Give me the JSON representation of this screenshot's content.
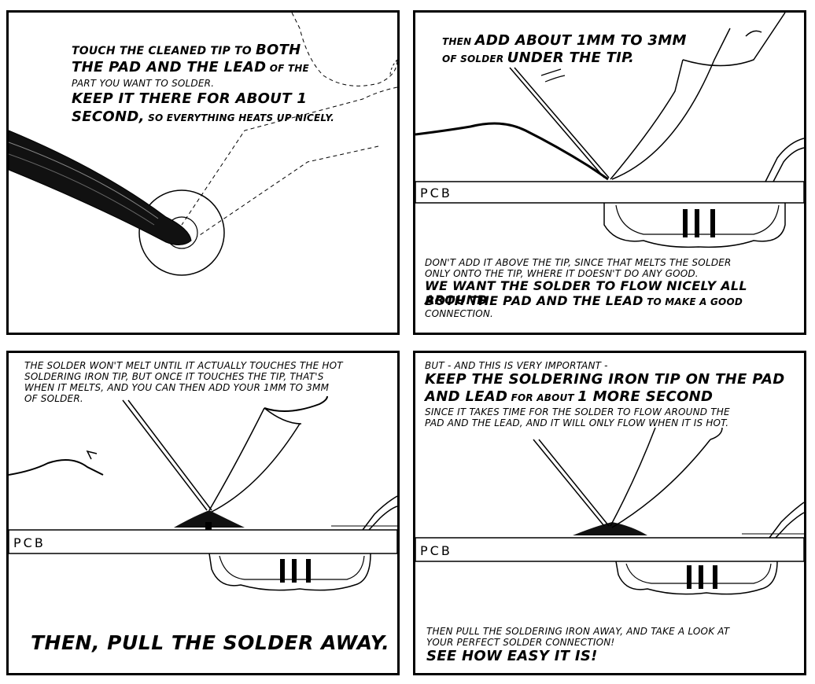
{
  "panel1": {
    "l1a": "Touch the cleaned tip to ",
    "l1b": "both",
    "l2a": "the pad and the lead",
    "l2b": " of the",
    "l3": "part you want to solder.",
    "l4": "Keep it there for about 1",
    "l5a": "second,",
    "l5b": " so everything heats up nicely."
  },
  "panel2": {
    "l1a": "then ",
    "l1b": "add about 1mm to 3mm",
    "l2a": "of solder ",
    "l2b": "under the tip.",
    "pcb": "PCB",
    "b1": "Don't add it above the tip, since that melts the solder",
    "b2": "only onto the tip, where it doesn't do any good.",
    "b3": "We want the solder to flow nicely all around",
    "b4a": "both the pad and the lead",
    "b4b": " to make a good",
    "b5": "connection."
  },
  "panel3": {
    "t1": "The solder won't melt until it actually touches the hot",
    "t2": "soldering iron tip, but once it touches the tip, that's",
    "t3": "when it melts, and you can then add your 1mm to 3mm",
    "t4": "of solder.",
    "pcb": "PCB",
    "bottom": "Then, pull the solder away."
  },
  "panel4": {
    "t1": "But - and this is very important -",
    "t2": "Keep the soldering iron tip on the pad",
    "t3a": "and lead",
    "t3b": " for about ",
    "t3c": "1 more second",
    "t4": "since it takes time for the solder to flow around the",
    "t5": "pad and the lead, and it will only flow when it is hot.",
    "pcb": "PCB",
    "b1": "Then pull the soldering iron away, and take a look at",
    "b2": "your perfect solder connection!",
    "b3": "See how easy it is!"
  }
}
